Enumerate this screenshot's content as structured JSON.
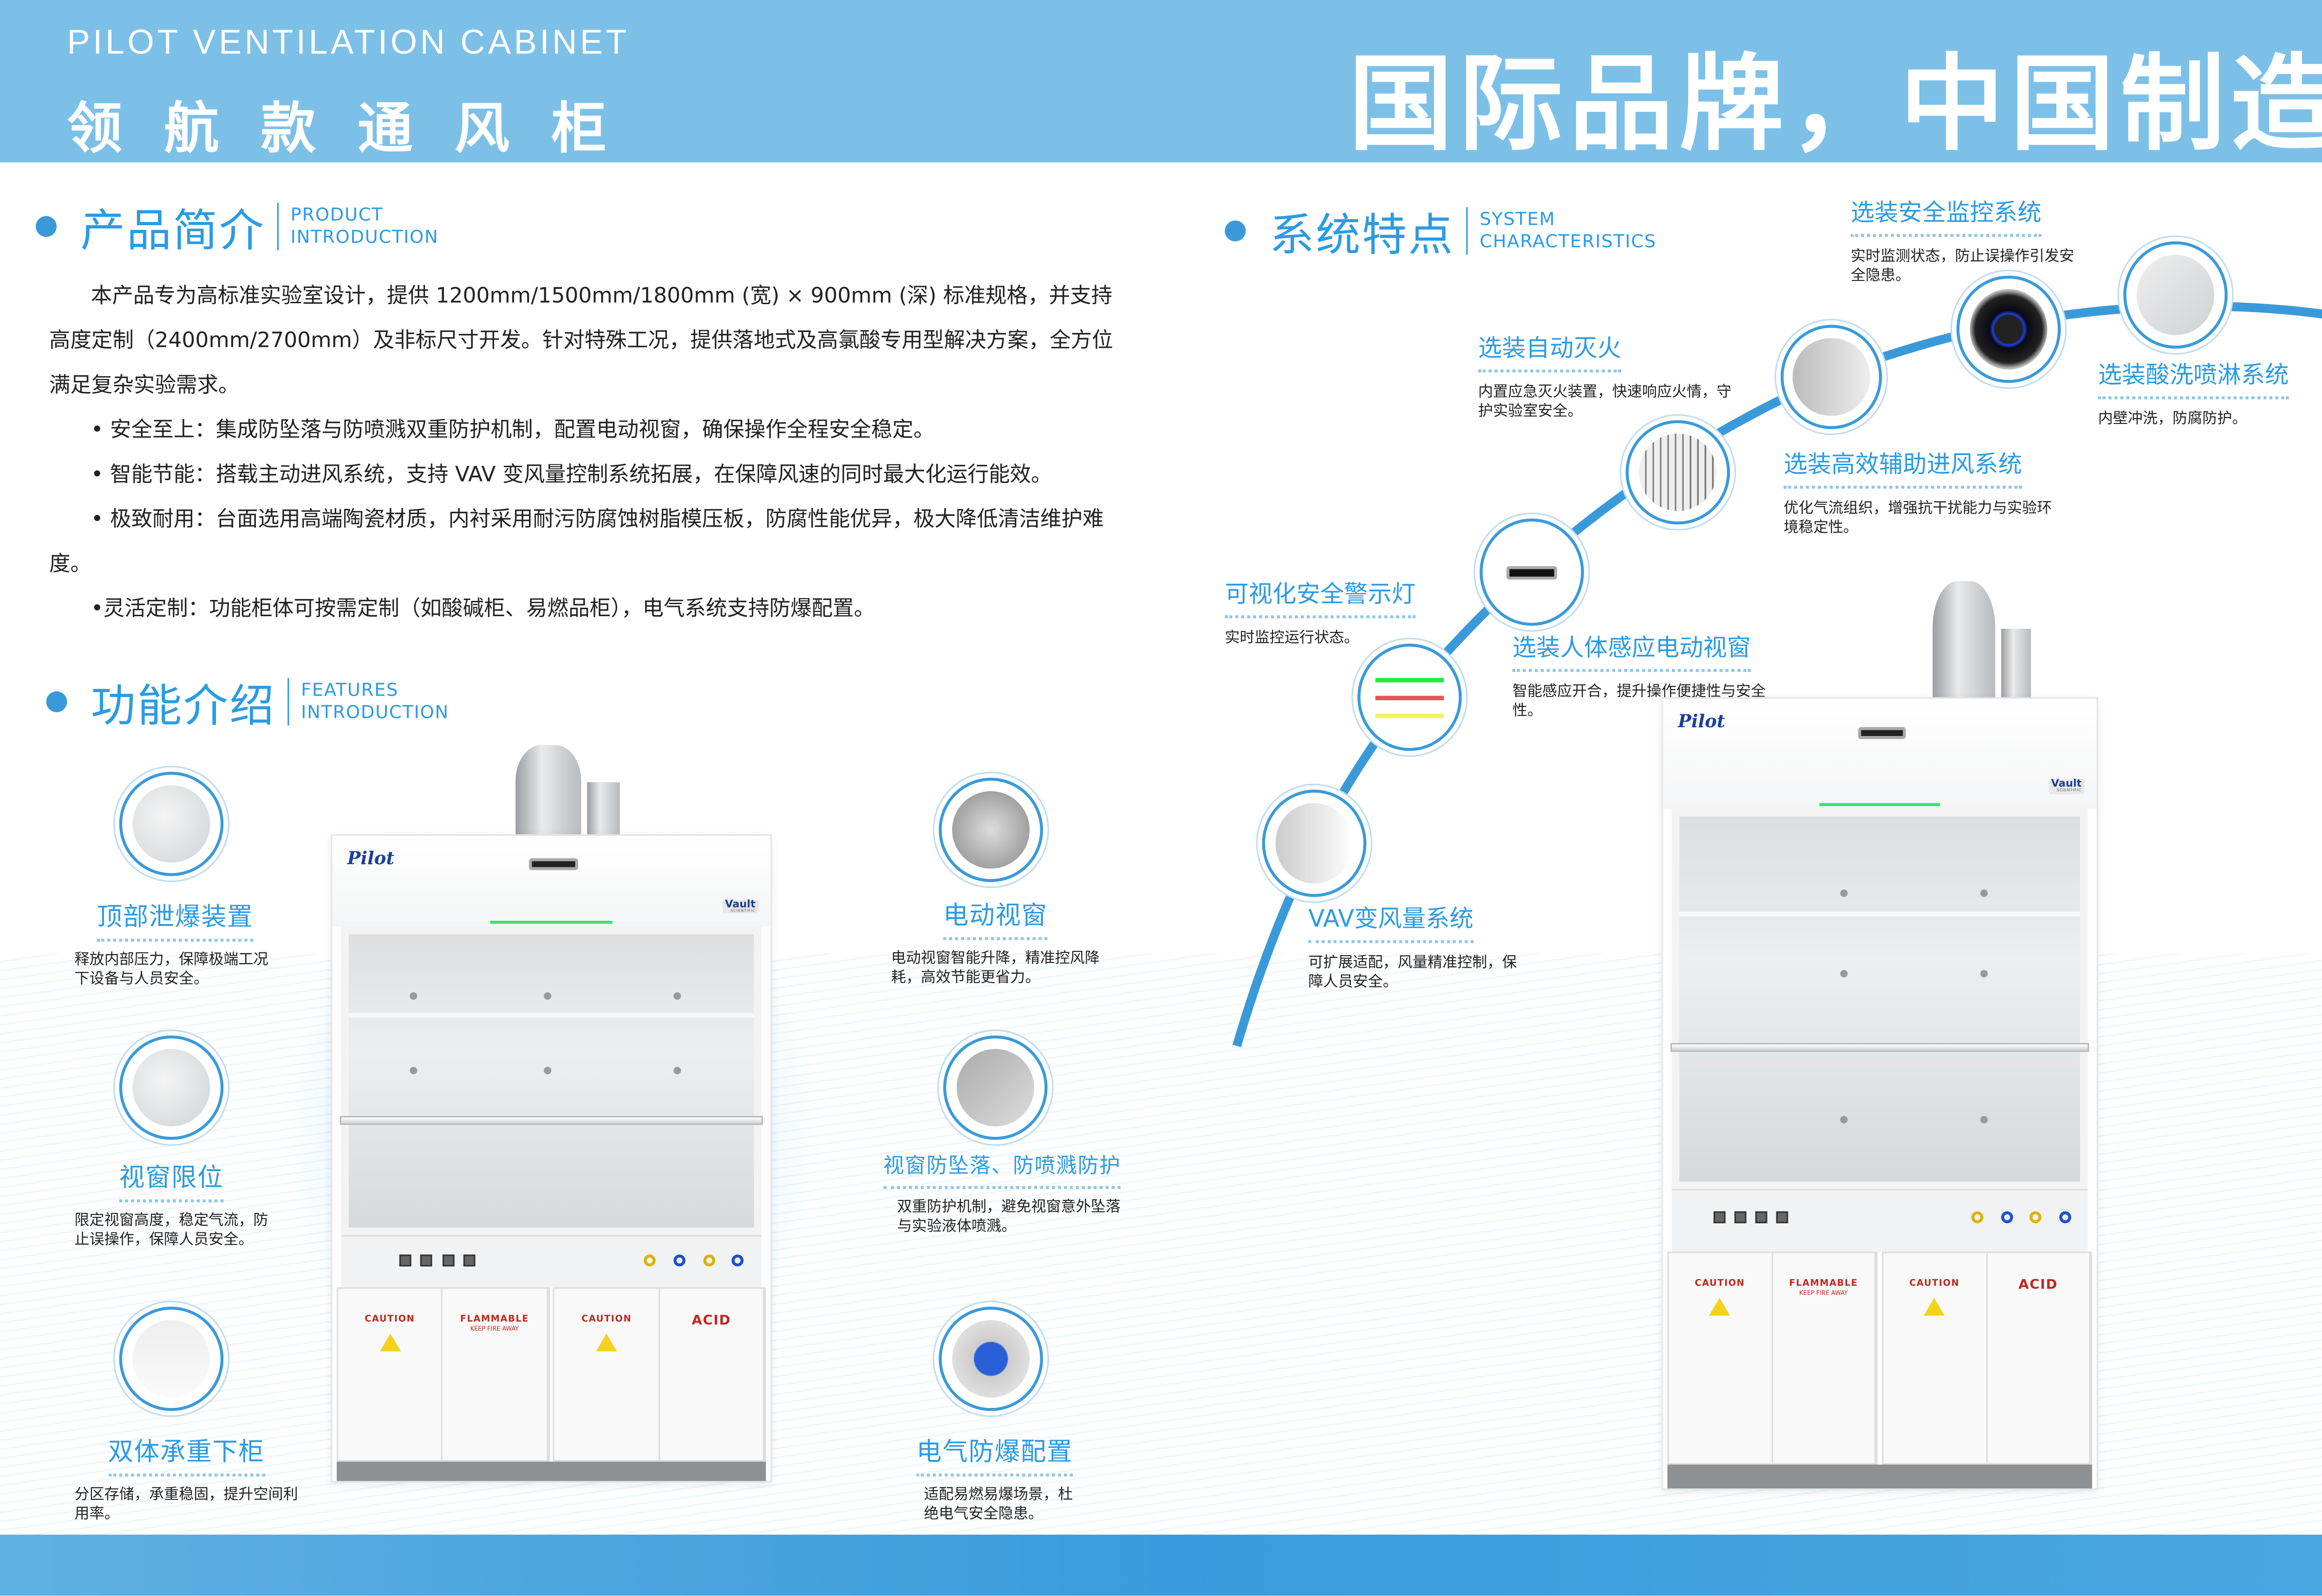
{
  "header": {
    "title_en": "PILOT VENTILATION CABINET",
    "title_cn": "领航款通风柜",
    "slogan": "国际品牌，中国制造",
    "background_color": "#7cc0e8"
  },
  "intro_section": {
    "title_cn": "产品简介",
    "title_en_line1": "PRODUCT",
    "title_en_line2": "INTRODUCTION",
    "paragraph": "本产品专为高标准实验室设计，提供 1200mm/1500mm/1800mm (宽) × 900mm (深) 标准规格，并支持高度定制（2400mm/2700mm）及非标尺寸开发。针对特殊工况，提供落地式及高氯酸专用型解决方案，全方位满足复杂实验需求。",
    "bullets": [
      "• 安全至上：集成防坠落与防喷溅双重防护机制，配置电动视窗，确保操作全程安全稳定。",
      "• 智能节能：搭载主动进风系统，支持 VAV 变风量控制系统拓展，在保障风速的同时最大化运行能效。",
      "• 极致耐用：台面选用高端陶瓷材质，内衬采用耐污防腐蚀树脂模压板，防腐性能优异，极大降低清洁维护难度。",
      "•灵活定制：功能柜体可按需定制（如酸碱柜、易燃品柜），电气系统支持防爆配置。"
    ]
  },
  "features_section": {
    "title_cn": "功能介绍",
    "title_en_line1": "FEATURES",
    "title_en_line2": "INTRODUCTION",
    "items": [
      {
        "title": "顶部泄爆装置",
        "desc": "释放内部压力，保障极端工况下设备与人员安全。",
        "icon": "explosion-vent-icon"
      },
      {
        "title": "视窗限位",
        "desc": "限定视窗高度，稳定气流，防止误操作，保障人员安全。",
        "icon": "sash-stop-icon"
      },
      {
        "title": "双体承重下柜",
        "desc": "分区存储，承重稳固，提升空间利用率。",
        "icon": "base-cabinet-icon"
      },
      {
        "title": "电动视窗",
        "desc": "电动视窗智能升降，精准控风降耗，高效节能更省力。",
        "icon": "motorized-sash-icon"
      },
      {
        "title": "视窗防坠落、防喷溅防护",
        "desc": "双重防护机制，避免视窗意外坠落与实验液体喷溅。",
        "icon": "anti-fall-icon"
      },
      {
        "title": "电气防爆配置",
        "desc": "适配易燃易爆场景，杜绝电气安全隐患。",
        "icon": "explosion-proof-socket-icon"
      }
    ]
  },
  "system_section": {
    "title_cn": "系统特点",
    "title_en_line1": "SYSTEM",
    "title_en_line2": "CHARACTERISTICS",
    "items": [
      {
        "title": "VAV变风量系统",
        "desc": "可扩展适配，风量精准控制，保障人员安全。",
        "icon": "vav-controller-icon"
      },
      {
        "title": "可视化安全警示灯",
        "desc": "实时监控运行状态。",
        "icon": "warning-light-icon"
      },
      {
        "title": "选装人体感应电动视窗",
        "desc": "智能感应开合，提升操作便捷性与安全性。",
        "icon": "sensor-icon"
      },
      {
        "title": "选装高效辅助进风系统",
        "desc": "优化气流组织，增强抗干扰能力与实验环境稳定性。",
        "icon": "auxiliary-air-icon"
      },
      {
        "title": "选装自动灭火",
        "desc": "内置应急灭火装置，快速响应火情，守护实验室安全。",
        "icon": "fire-suppression-icon"
      },
      {
        "title": "选装安全监控系统",
        "desc": "实时监测状态，防止误操作引发安全隐患。",
        "icon": "camera-icon"
      },
      {
        "title": "选装酸洗喷淋系统",
        "desc": "内壁冲洗，防腐防护。",
        "icon": "spray-system-icon"
      }
    ],
    "warning_light_colors": [
      "#22e84a",
      "#e85555",
      "#f5f060"
    ]
  },
  "cabinet": {
    "logo": "Pilot",
    "badge": "Vault",
    "badge_sub": "SCIENTIFIC",
    "door_labels": [
      "CAUTION",
      "FLAMMABLE",
      "CAUTION",
      "ACID"
    ],
    "door_sub": "KEEP FIRE AWAY"
  },
  "colors": {
    "accent": "#2b9be3",
    "band": "#3a9bdc"
  }
}
